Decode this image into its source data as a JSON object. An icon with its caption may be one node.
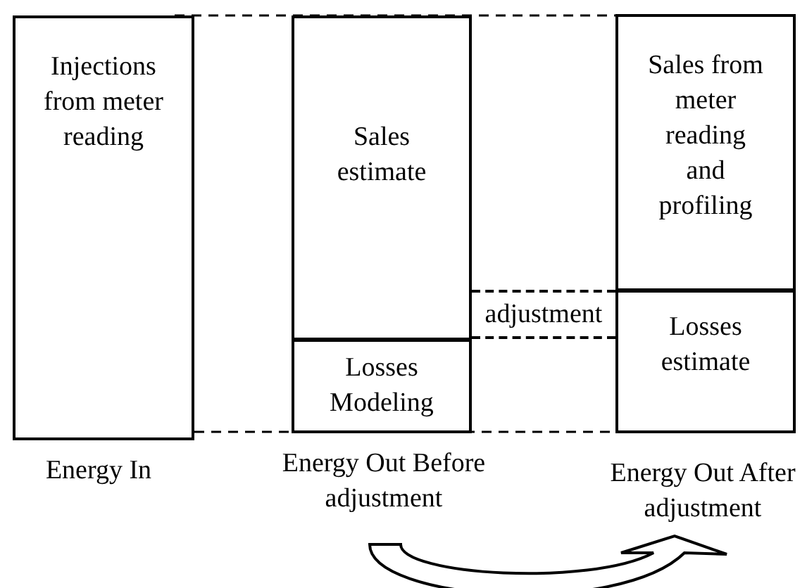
{
  "diagram": {
    "nodes": [
      {
        "text": [
          "Injections from meter reading"
        ]
      },
      {
        "text": [
          "Sales estimate"
        ]
      },
      {
        "text": [
          "Losses Modeling"
        ]
      },
      {
        "text": [
          "adjustment"
        ]
      },
      {
        "text": [
          "Sales from meter reading and profiling"
        ]
      },
      {
        "text": [
          "Losses estimate"
        ]
      },
      {
        "text": [
          "Energy In"
        ]
      },
      {
        "text": [
          "Energy Out Before adjustment"
        ]
      },
      {
        "text": [
          "Energy Out After adjustment"
        ]
      }
    ],
    "edges": [
      {
        "from": 7,
        "to": 8,
        "arrow": "to",
        "style": "thick"
      }
    ]
  }
}
